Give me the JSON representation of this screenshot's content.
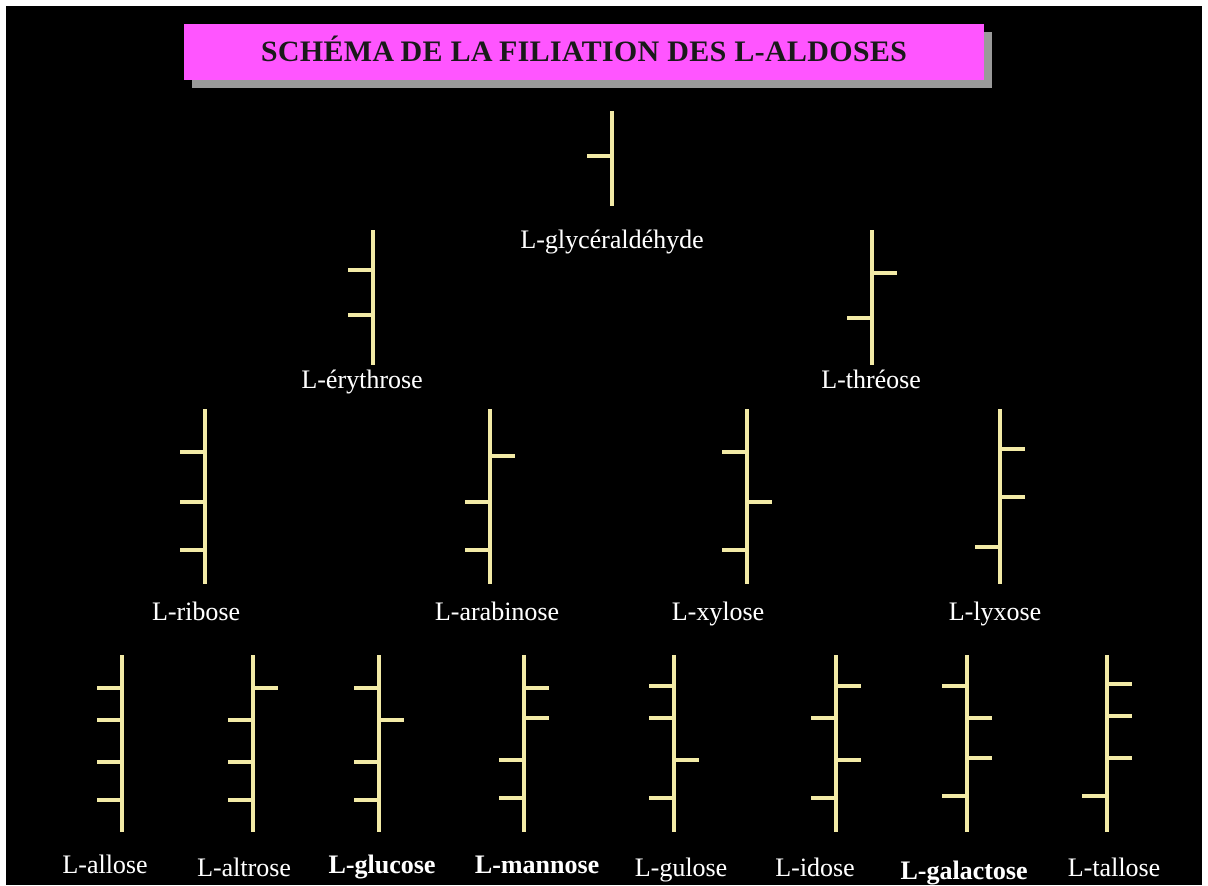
{
  "title": "SCHÉMA DE LA FILIATION DES L-ALDOSES",
  "colors": {
    "background": "#000000",
    "title_box": "#ff55ff",
    "stroke": "#f2eaa6",
    "label": "#ffffff"
  },
  "molecules": [
    {
      "id": "glyceraldehyde",
      "name": "L-glycéraldéhyde",
      "orientations": [
        "L"
      ],
      "bold": false
    },
    {
      "id": "erythrose",
      "name": "L-érythrose",
      "orientations": [
        "L",
        "L"
      ],
      "bold": false
    },
    {
      "id": "threose",
      "name": "L-thréose",
      "orientations": [
        "R",
        "L"
      ],
      "bold": false
    },
    {
      "id": "ribose",
      "name": "L-ribose",
      "orientations": [
        "L",
        "L",
        "L"
      ],
      "bold": false
    },
    {
      "id": "arabinose",
      "name": "L-arabinose",
      "orientations": [
        "R",
        "L",
        "L"
      ],
      "bold": false
    },
    {
      "id": "xylose",
      "name": "L-xylose",
      "orientations": [
        "L",
        "R",
        "L"
      ],
      "bold": false
    },
    {
      "id": "lyxose",
      "name": "L-lyxose",
      "orientations": [
        "R",
        "R",
        "L"
      ],
      "bold": false
    },
    {
      "id": "allose",
      "name": "L-allose",
      "orientations": [
        "L",
        "L",
        "L",
        "L"
      ],
      "bold": false
    },
    {
      "id": "altrose",
      "name": "L-altrose",
      "orientations": [
        "R",
        "L",
        "L",
        "L"
      ],
      "bold": false
    },
    {
      "id": "glucose",
      "name": "L-glucose",
      "orientations": [
        "L",
        "R",
        "L",
        "L"
      ],
      "bold": true
    },
    {
      "id": "mannose",
      "name": "L-mannose",
      "orientations": [
        "R",
        "R",
        "L",
        "L"
      ],
      "bold": true
    },
    {
      "id": "gulose",
      "name": "L-gulose",
      "orientations": [
        "L",
        "L",
        "R",
        "L"
      ],
      "bold": false
    },
    {
      "id": "idose",
      "name": "L-idose",
      "orientations": [
        "R",
        "L",
        "R",
        "L"
      ],
      "bold": false
    },
    {
      "id": "galactose",
      "name": "L-galactose",
      "orientations": [
        "L",
        "R",
        "R",
        "L"
      ],
      "bold": true
    },
    {
      "id": "tallose",
      "name": "L-tallose",
      "orientations": [
        "R",
        "R",
        "R",
        "L"
      ],
      "bold": false
    }
  ]
}
